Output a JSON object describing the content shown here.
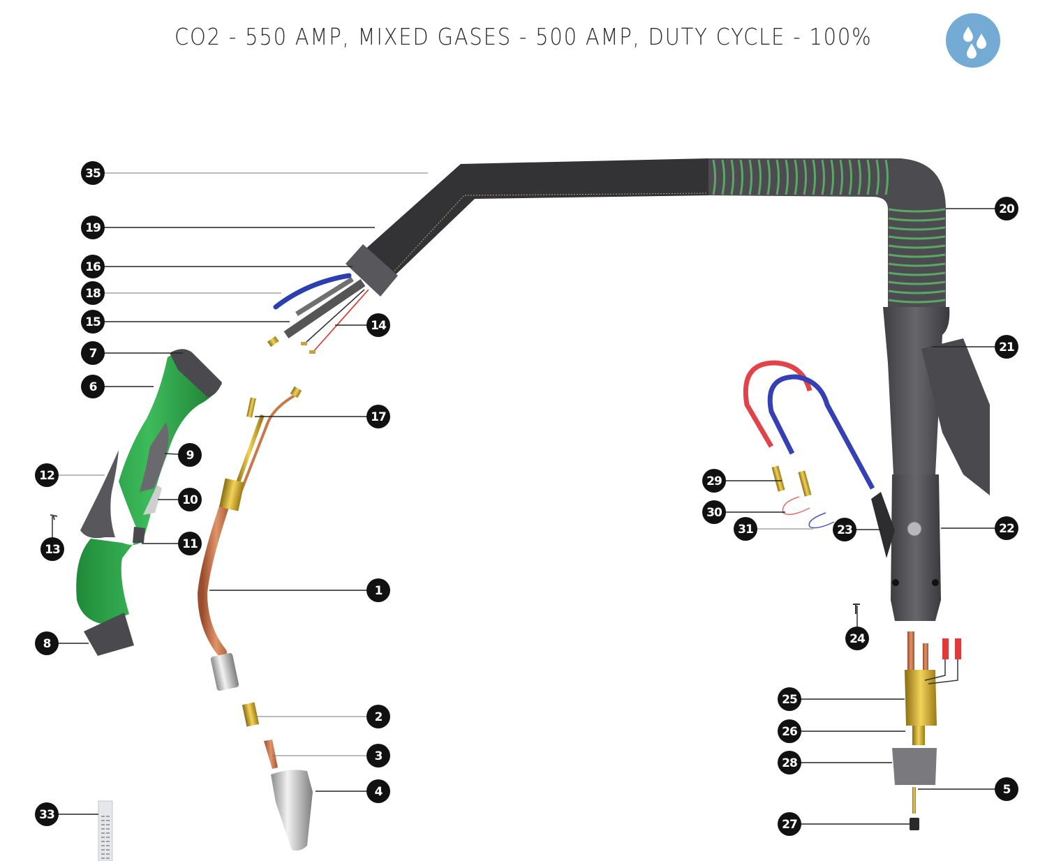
{
  "header": {
    "title": "CO2 - 550 AMP, MIXED GASES - 500 AMP, DUTY CYCLE - 100%",
    "badge_icon": "water-droplets-icon",
    "badge_color": "#73abd4"
  },
  "diagram": {
    "subject": "water-cooled fume extraction MIG welding torch exploded view",
    "callouts": [
      {
        "id": "35",
        "part": "cable-cover-sleeve"
      },
      {
        "id": "19",
        "part": "cable-cover"
      },
      {
        "id": "16",
        "part": "cable-boot"
      },
      {
        "id": "18",
        "part": "water-hose"
      },
      {
        "id": "15",
        "part": "power-cable-connector"
      },
      {
        "id": "14",
        "part": "trigger-wires"
      },
      {
        "id": "7",
        "part": "handle-front-cap"
      },
      {
        "id": "6",
        "part": "handle"
      },
      {
        "id": "9",
        "part": "handle-grip-insert"
      },
      {
        "id": "12",
        "part": "handle-side-grip"
      },
      {
        "id": "10",
        "part": "trigger"
      },
      {
        "id": "11",
        "part": "trigger-guard"
      },
      {
        "id": "13",
        "part": "handle-screw"
      },
      {
        "id": "8",
        "part": "handle-rear-cap"
      },
      {
        "id": "17",
        "part": "neck-water-tubes"
      },
      {
        "id": "1",
        "part": "gooseneck"
      },
      {
        "id": "2",
        "part": "tip-adapter"
      },
      {
        "id": "3",
        "part": "contact-tip"
      },
      {
        "id": "4",
        "part": "nozzle"
      },
      {
        "id": "33",
        "part": "flow-gauge-card"
      },
      {
        "id": "20",
        "part": "extraction-hose"
      },
      {
        "id": "21",
        "part": "extraction-housing"
      },
      {
        "id": "29",
        "part": "hose-connectors"
      },
      {
        "id": "30",
        "part": "red-hose-clip"
      },
      {
        "id": "31",
        "part": "blue-hose-clip"
      },
      {
        "id": "23",
        "part": "strain-relief"
      },
      {
        "id": "22",
        "part": "rear-handle-body"
      },
      {
        "id": "24",
        "part": "body-screw"
      },
      {
        "id": "25",
        "part": "power-block"
      },
      {
        "id": "26",
        "part": "gas-fitting"
      },
      {
        "id": "28",
        "part": "rear-boot"
      },
      {
        "id": "5",
        "part": "connector-pin"
      },
      {
        "id": "27",
        "part": "end-cap"
      }
    ]
  }
}
